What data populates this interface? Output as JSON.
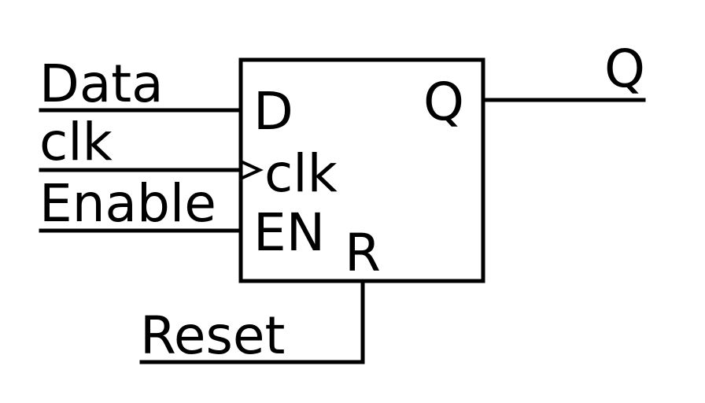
{
  "inputs": {
    "data": "Data",
    "clk": "clk",
    "enable": "Enable",
    "reset": "Reset"
  },
  "outputs": {
    "q": "Q"
  },
  "block": {
    "pin_d": "D",
    "pin_clk": "clk",
    "pin_en": "EN",
    "pin_q": "Q",
    "pin_r": "R"
  },
  "colors": {
    "stroke": "#000000",
    "background": "#ffffff"
  }
}
